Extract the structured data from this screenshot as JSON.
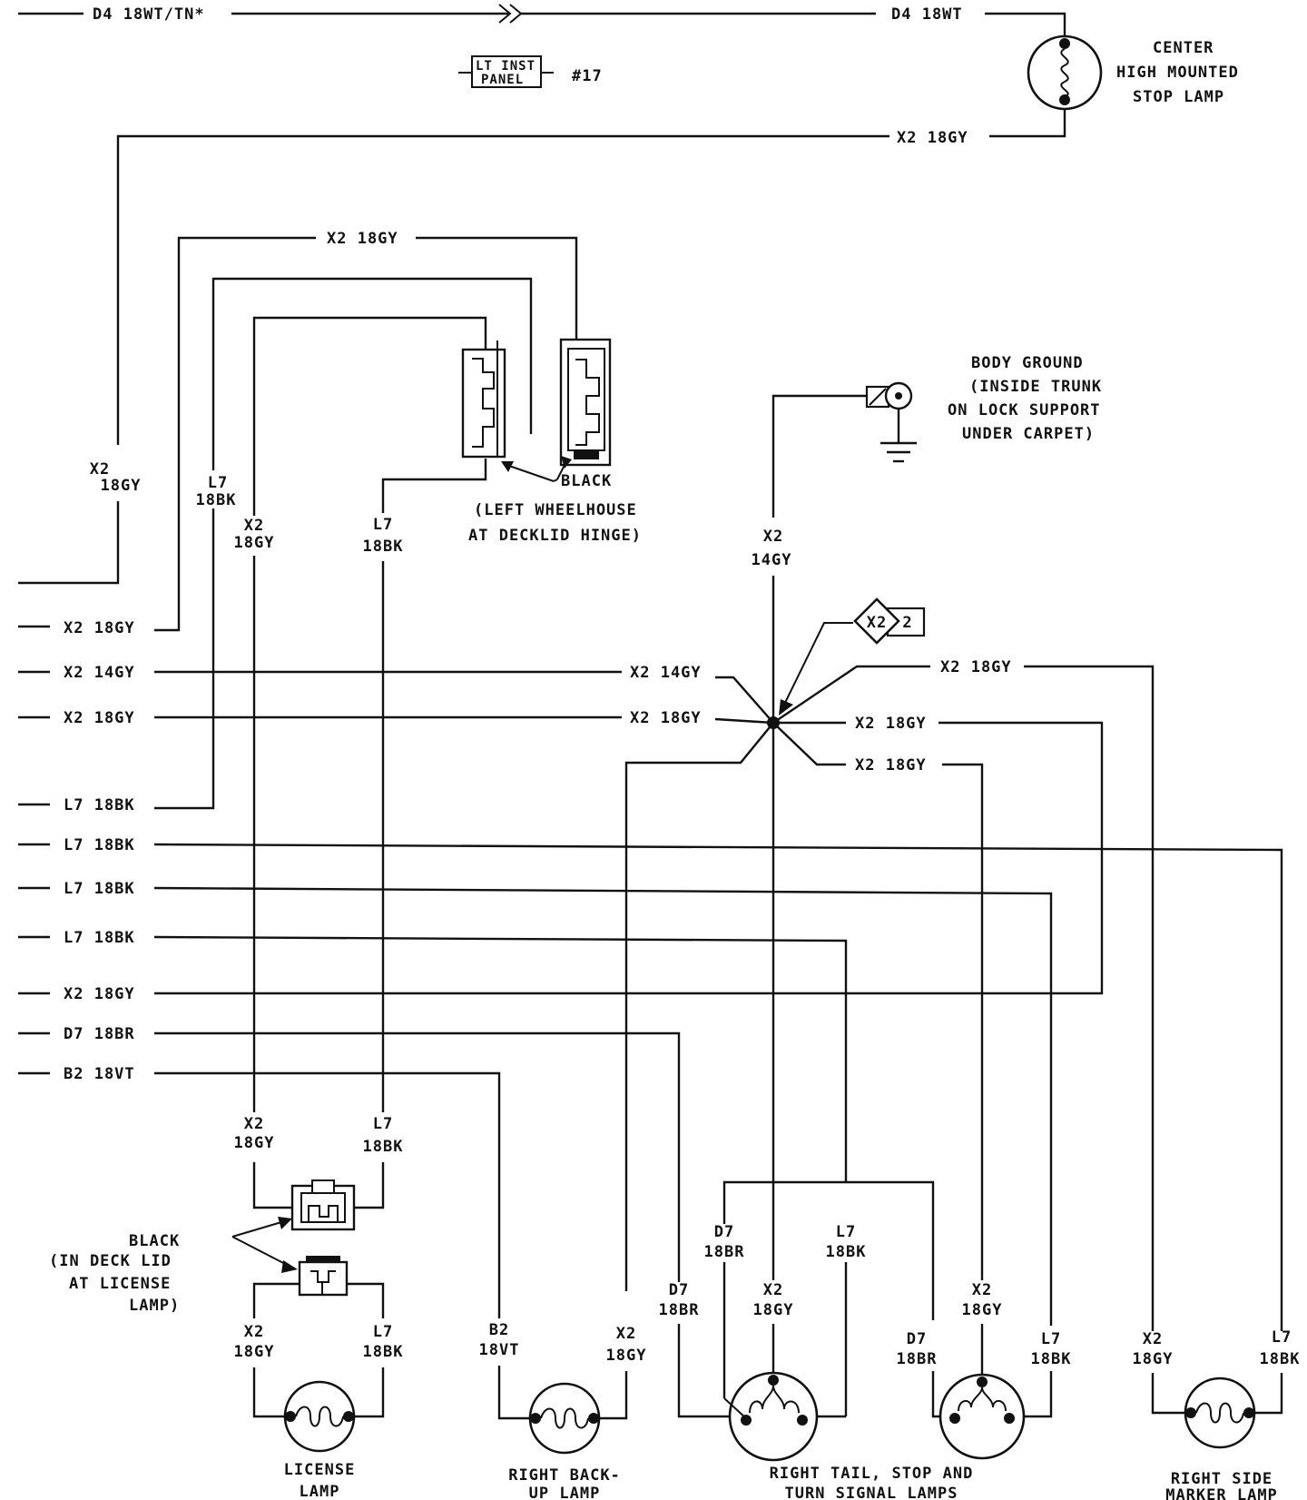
{
  "top": {
    "wire_left": "D4 18WT/TN*",
    "wire_right": "D4 18WT",
    "inst_panel_a": "LT INST",
    "inst_panel_b": "PANEL",
    "inst_panel_ref": "#17",
    "x2_top": "X2 18GY"
  },
  "chmsl": {
    "l1": "CENTER",
    "l2": "HIGH MOUNTED",
    "l3": "STOP LAMP"
  },
  "wheelhouse": {
    "x2_upper": "X2 18GY",
    "black": "BLACK",
    "loc1": "(LEFT WHEELHOUSE",
    "loc2": "AT DECKLID HINGE)",
    "v_x2_a": "X2",
    "v_x2_b": "18GY",
    "v_l7_a": "L7",
    "v_l7_b": "18BK",
    "v2_x2_a": "X2",
    "v2_x2_b": "18GY",
    "v2_l7_a": "L7",
    "v2_l7_b": "18BK"
  },
  "ground": {
    "l1": "BODY GROUND",
    "l2": "(INSIDE TRUNK",
    "l3": "ON LOCK SUPPORT",
    "l4": "UNDER CARPET)",
    "wire_a": "X2",
    "wire_b": "14GY"
  },
  "splice": {
    "id": "X2",
    "num": "2"
  },
  "left_wires": [
    "X2 18GY",
    "X2 14GY",
    "X2 18GY",
    "L7 18BK",
    "L7 18BK",
    "L7 18BK",
    "L7 18BK",
    "X2 18GY",
    "D7 18BR",
    "B2 18VT"
  ],
  "hub": {
    "l1": "X2 14GY",
    "l2": "X2 18GY",
    "r1": "X2 18GY",
    "r2": "X2 18GY",
    "r3": "X2 18GY"
  },
  "license": {
    "up_x2_a": "X2",
    "up_x2_b": "18GY",
    "up_l7_a": "L7",
    "up_l7_b": "18BK",
    "black1": "BLACK",
    "black2": "(IN DECK LID",
    "black3": "AT LICENSE",
    "black4": "LAMP)",
    "lo_x2_a": "X2",
    "lo_x2_b": "18GY",
    "lo_l7_a": "L7",
    "lo_l7_b": "18BK",
    "name1": "LICENSE",
    "name2": "LAMP"
  },
  "backup": {
    "b2_a": "B2",
    "b2_b": "18VT",
    "x2_a": "X2",
    "x2_b": "18GY",
    "name1": "RIGHT BACK-",
    "name2": "UP LAMP"
  },
  "tail": {
    "d7u_a": "D7",
    "d7u_b": "18BR",
    "l7u_a": "L7",
    "l7u_b": "18BK",
    "d7_a": "D7",
    "d7_b": "18BR",
    "x2_a": "X2",
    "x2_b": "18GY",
    "x2r_a": "X2",
    "x2r_b": "18GY",
    "d7r_a": "D7",
    "d7r_b": "18BR",
    "l7r_a": "L7",
    "l7r_b": "18BK",
    "name1": "RIGHT TAIL, STOP AND",
    "name2": "TURN SIGNAL LAMPS"
  },
  "marker": {
    "x2_a": "X2",
    "x2_b": "18GY",
    "l7_a": "L7",
    "l7_b": "18BK",
    "name1": "RIGHT SIDE",
    "name2": "MARKER LAMP"
  }
}
